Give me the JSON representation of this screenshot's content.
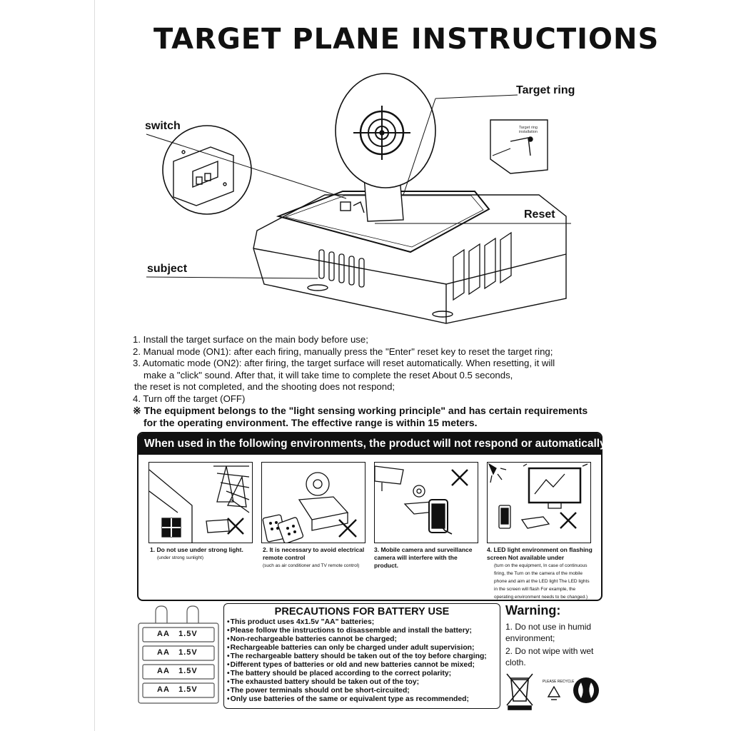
{
  "title": "TARGET PLANE INSTRUCTIONS",
  "diagram": {
    "callouts": {
      "target_ring": "Target ring",
      "switch": "switch",
      "reset": "Reset",
      "subject": "subject"
    },
    "inset_label": "Target ring installation"
  },
  "steps": [
    "1. Install the target surface on the main body before use;",
    "2. Manual mode (ON1): after each firing, manually press the \"Enter\" reset key to reset the target ring;",
    "3. Automatic mode (ON2): after firing, the target surface will reset automatically. When resetting, it will",
    "make a \"click\" sound. After that, it will take time to complete the reset About 0.5 seconds,",
    "the reset is not completed, and the shooting does not respond;",
    "4. Turn off the target (OFF)",
    "※ The equipment belongs to the \"light sensing working principle\" and has certain requirements",
    "for the operating environment. The effective range is within 15 meters."
  ],
  "environment": {
    "header": "When used in the following environments, the product will not respond or automatically fire",
    "panels": [
      {
        "caption": "1. Do not use under strong light.",
        "note": "(under strong sunlight)"
      },
      {
        "caption": "2. It is necessary to avoid electrical remote control",
        "note": "(such as air conditioner and TV remote control)"
      },
      {
        "caption": "3. Mobile camera and surveillance camera will interfere with the product.",
        "note": ""
      },
      {
        "caption": "4. LED light environment on flashing screen Not available under",
        "note": "(turn on the equipment, In case of continuous firing, the Turn on the camera of the mobile phone and aim at the LED light The LED lights in the screen will flash For example, the operating environment needs to be changed.)"
      }
    ]
  },
  "battery": {
    "label_aa": "AA",
    "label_volt": "1.5V",
    "title": "PRECAUTIONS FOR BATTERY USE",
    "items": [
      "This product uses 4x1.5v \"AA\" batteries;",
      "Please follow the instructions to disassemble and install the battery;",
      "Non-rechargeable batteries cannot be charged;",
      "Rechargeable batteries can only be charged under adult supervision;",
      "The rechargeable battery should be taken out of the toy before charging;",
      "Different types of batteries or old and new batteries cannot be mixed;",
      "The battery should be placed according to the correct polarity;",
      "The exhausted battery should be taken out of the toy;",
      "The power terminals should ont be short-circuited;",
      "Only use batteries of the same or equivalent type as recommended;"
    ]
  },
  "warning": {
    "title": "Warning:",
    "items": [
      "1. Do not use in humid environment;",
      "2. Do not wipe with wet cloth."
    ],
    "recycle_text": "PLEASE RECYCLE"
  },
  "colors": {
    "ink": "#111111",
    "paper": "#ffffff"
  }
}
